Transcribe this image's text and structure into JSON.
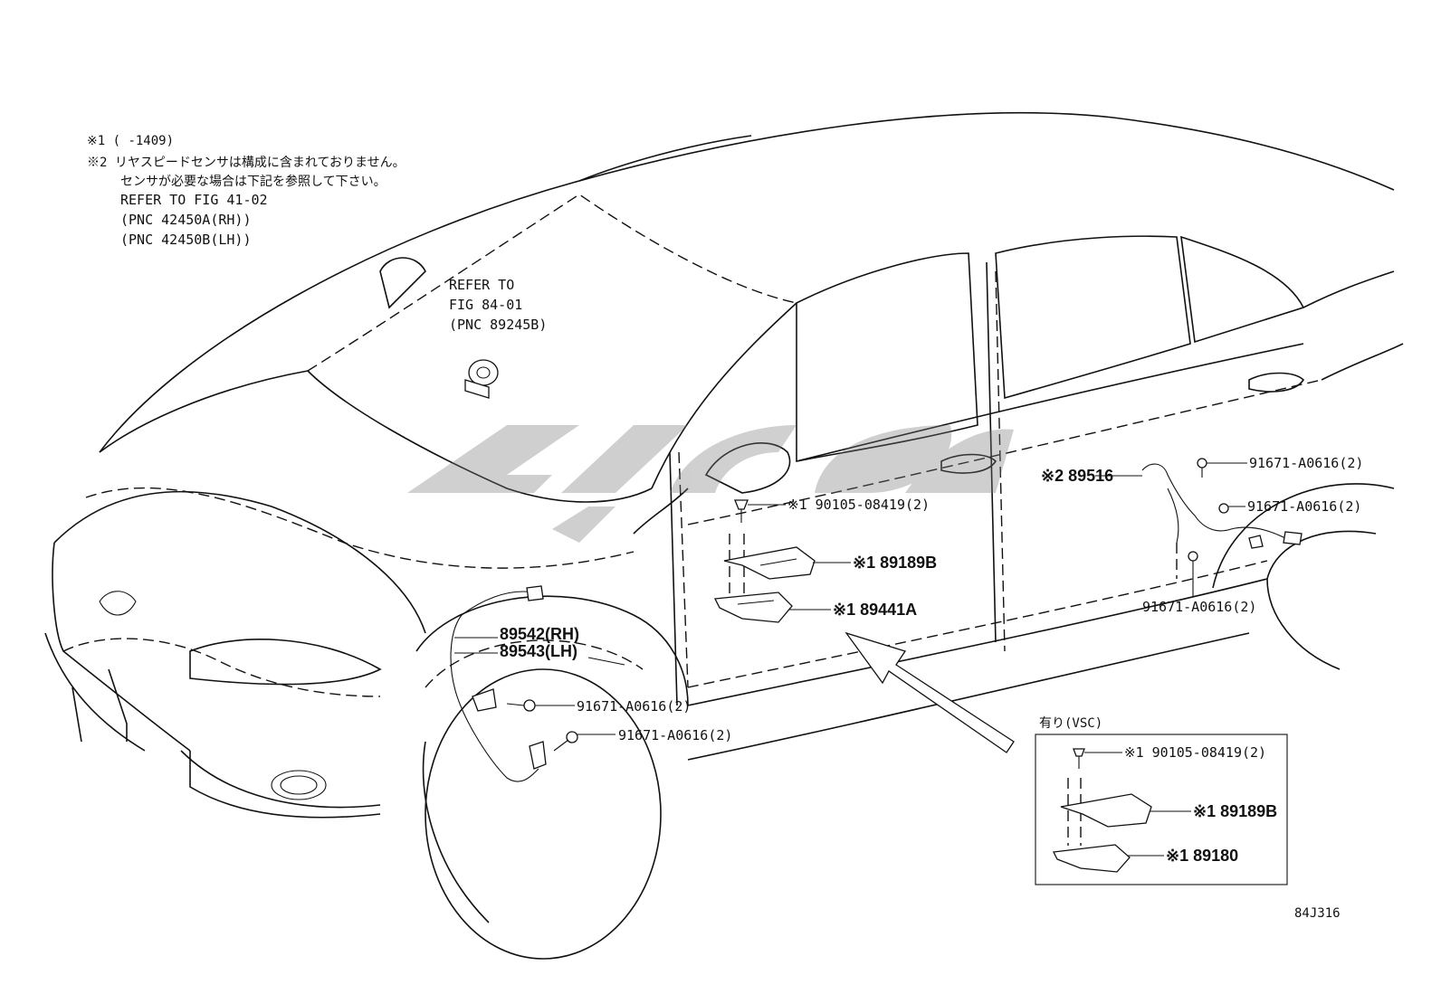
{
  "notes": {
    "n1": "※1 (    -1409)",
    "n2": "※2 リヤスピードセンサは構成に含まれておりません。",
    "n3": "センサが必要な場合は下記を参照して下さい。",
    "n4": "REFER TO FIG 41-02",
    "n5": "(PNC 42450A(RH))",
    "n6": "(PNC 42450B(LH))"
  },
  "refer_box": {
    "l1": "REFER TO",
    "l2": "FIG 84-01",
    "l3": "(PNC 89245B)"
  },
  "callouts": {
    "c90105_main": "※1 90105-08419(2)",
    "c89189B_main": "※1 89189B",
    "c89441A": "※1 89441A",
    "c89542": "89542(RH)",
    "c89543": "89543(LH)",
    "c91671_front_a": "91671-A0616(2)",
    "c91671_front_b": "91671-A0616(2)",
    "c89516": "※2 89516",
    "c91671_rear_a": "91671-A0616(2)",
    "c91671_rear_b": "91671-A0616(2)",
    "c91671_rear_c": "91671-A0616(2)"
  },
  "inset": {
    "title": "有り(VSC)",
    "c90105": "※1 90105-08419(2)",
    "c89189B": "※1 89189B",
    "c89180": "※1 89180"
  },
  "figure_id": "84J316"
}
